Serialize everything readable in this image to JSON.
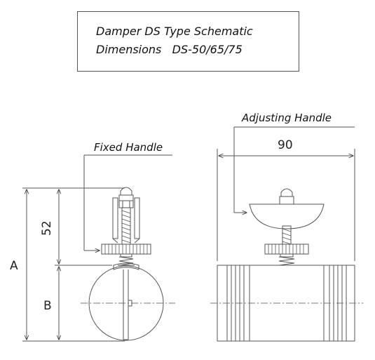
{
  "title": {
    "line1": "Damper DS Type Schematic",
    "line2": "Dimensions   DS-50/65/75"
  },
  "labels": {
    "fixed_handle": "Fixed Handle",
    "adjusting_handle": "Adjusting Handle"
  },
  "dimensions": {
    "width_90": "90",
    "height_52": "52",
    "total_a": "A",
    "lower_b": "B"
  }
}
